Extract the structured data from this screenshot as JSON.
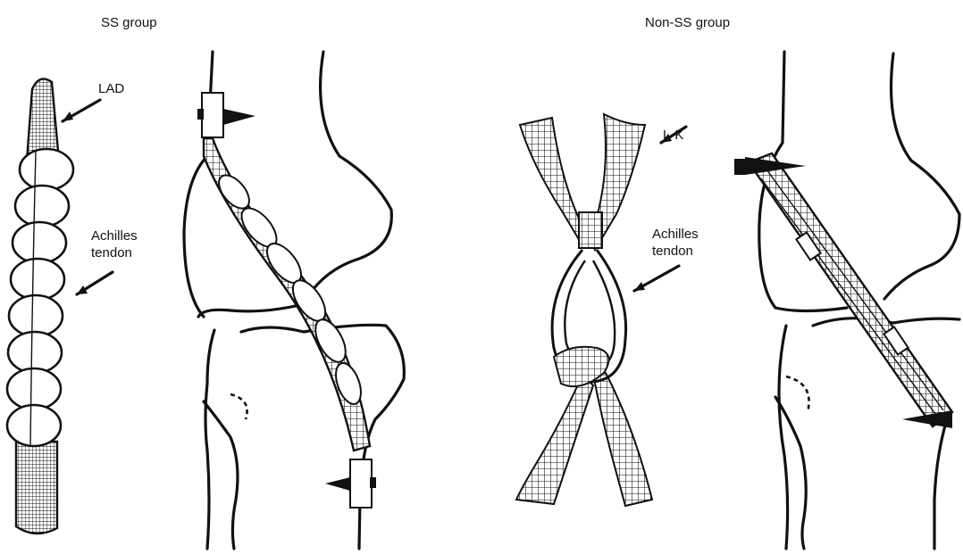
{
  "labels": {
    "ss_group": "SS group",
    "non_ss_group": "Non-SS group",
    "lad": "LAD",
    "achilles_left_1": "Achilles",
    "achilles_left_2": "tendon",
    "lk": "L-K",
    "achilles_right_1": "Achilles",
    "achilles_right_2": "tendon"
  }
}
